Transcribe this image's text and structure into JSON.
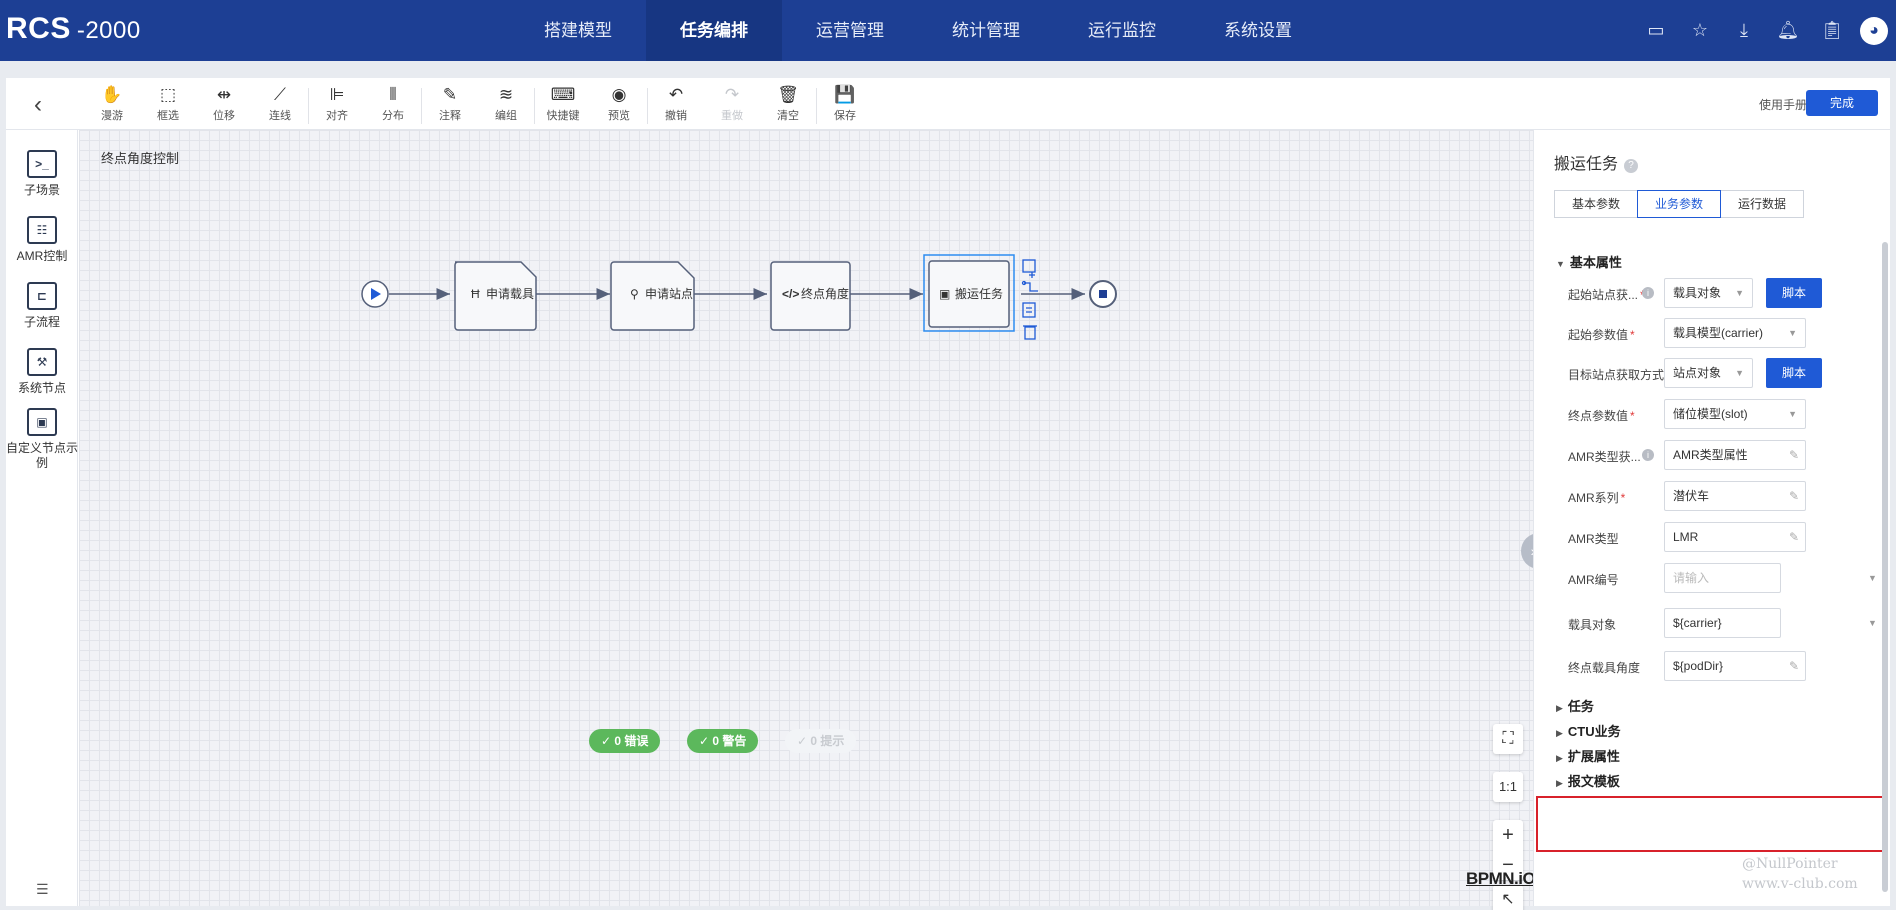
{
  "app": {
    "logo": "RCS",
    "logo_sub": "-2000"
  },
  "nav": [
    {
      "label": "搭建模型",
      "active": false
    },
    {
      "label": "任务编排",
      "active": true
    },
    {
      "label": "运营管理",
      "active": false
    },
    {
      "label": "统计管理",
      "active": false
    },
    {
      "label": "运行监控",
      "active": false
    },
    {
      "label": "系统设置",
      "active": false
    }
  ],
  "top_icons": [
    "monitor-icon",
    "star-icon",
    "download-icon",
    "bell-icon",
    "clipboard-icon",
    "avatar-icon"
  ],
  "toolbar": {
    "tools": [
      {
        "label": "漫游",
        "icon": "hand-icon",
        "glyph": "✋",
        "disabled": false
      },
      {
        "label": "框选",
        "icon": "select-box-icon",
        "glyph": "⬚",
        "disabled": false
      },
      {
        "label": "位移",
        "icon": "move-icon",
        "glyph": "⇹",
        "disabled": false
      },
      {
        "label": "连线",
        "icon": "connect-icon",
        "glyph": "⟋",
        "disabled": false
      },
      {
        "label": "对齐",
        "icon": "align-icon",
        "glyph": "⊫",
        "disabled": false
      },
      {
        "label": "分布",
        "icon": "distribute-icon",
        "glyph": "⦀",
        "disabled": false
      },
      {
        "label": "注释",
        "icon": "annotate-icon",
        "glyph": "✎",
        "disabled": false
      },
      {
        "label": "编组",
        "icon": "group-icon",
        "glyph": "≋",
        "disabled": false
      },
      {
        "label": "快捷键",
        "icon": "keyboard-icon",
        "glyph": "⌨",
        "disabled": false
      },
      {
        "label": "预览",
        "icon": "eye-icon",
        "glyph": "◉",
        "disabled": false
      },
      {
        "label": "撤销",
        "icon": "undo-icon",
        "glyph": "↶",
        "disabled": false
      },
      {
        "label": "重做",
        "icon": "redo-icon",
        "glyph": "↷",
        "disabled": true
      },
      {
        "label": "清空",
        "icon": "trash-icon",
        "glyph": "🗑",
        "disabled": false
      },
      {
        "label": "保存",
        "icon": "save-icon",
        "glyph": "💾",
        "disabled": false
      }
    ],
    "manual_label": "使用手册",
    "done_label": "完成"
  },
  "palette": [
    {
      "label": "子场景",
      "icon": "subscene-icon",
      "glyph": ">_"
    },
    {
      "label": "AMR控制",
      "icon": "amr-control-icon",
      "glyph": "☷"
    },
    {
      "label": "子流程",
      "icon": "subprocess-icon",
      "glyph": "⊏"
    },
    {
      "label": "系统节点",
      "icon": "system-node-icon",
      "glyph": "⚒"
    },
    {
      "label": "自定义节点示例",
      "icon": "custom-node-icon",
      "glyph": "▣"
    }
  ],
  "canvas": {
    "title": "终点角度控制",
    "nodes": [
      {
        "label": "申请载具",
        "glyph": "Ħ"
      },
      {
        "label": "申请站点",
        "glyph": "⚲"
      },
      {
        "label": "终点角度",
        "glyph": "</>"
      },
      {
        "label": "搬运任务",
        "glyph": "▣"
      }
    ],
    "zoom_reset": "1:1",
    "bpmn_logo": "BPMN.iO",
    "status": {
      "errors": "✓ 0 错误",
      "warnings": "✓ 0 警告",
      "hints": "✓ 0 提示"
    }
  },
  "props": {
    "title": "搬运任务",
    "tabs": [
      {
        "label": "基本参数",
        "active": false
      },
      {
        "label": "业务参数",
        "active": true
      },
      {
        "label": "运行数据",
        "active": false
      }
    ],
    "section_basic": "基本属性",
    "fields": [
      {
        "label": "起始站点获...",
        "required": true,
        "info": true,
        "value": "载具对象",
        "kind": "select",
        "script": "脚本"
      },
      {
        "label": "起始参数值",
        "required": true,
        "info": false,
        "value": "载具模型(carrier)",
        "kind": "select"
      },
      {
        "label": "目标站点获取方式",
        "required": true,
        "info": false,
        "value": "站点对象",
        "kind": "select",
        "script": "脚本"
      },
      {
        "label": "终点参数值",
        "required": true,
        "info": false,
        "value": "储位模型(slot)",
        "kind": "select"
      },
      {
        "label": "AMR类型获...",
        "required": false,
        "info": true,
        "value": "AMR类型属性",
        "kind": "edit"
      },
      {
        "label": "AMR系列",
        "required": true,
        "info": false,
        "value": "潜伏车",
        "kind": "edit"
      },
      {
        "label": "AMR类型",
        "required": false,
        "info": false,
        "value": "LMR",
        "kind": "edit"
      },
      {
        "label": "AMR编号",
        "required": false,
        "info": false,
        "value": "",
        "placeholder": "请输入",
        "kind": "input-ext"
      },
      {
        "label": "载具对象",
        "required": false,
        "info": false,
        "value": "${carrier}",
        "kind": "input-ext"
      },
      {
        "label": "终点载具角度",
        "required": false,
        "info": false,
        "value": "${podDir}",
        "kind": "edit"
      }
    ],
    "sections_collapsed": [
      "任务",
      "CTU业务",
      "扩展属性",
      "报文模板"
    ]
  },
  "watermark": {
    "line1": "@NullPointer",
    "line2": "www.v-club.com"
  }
}
